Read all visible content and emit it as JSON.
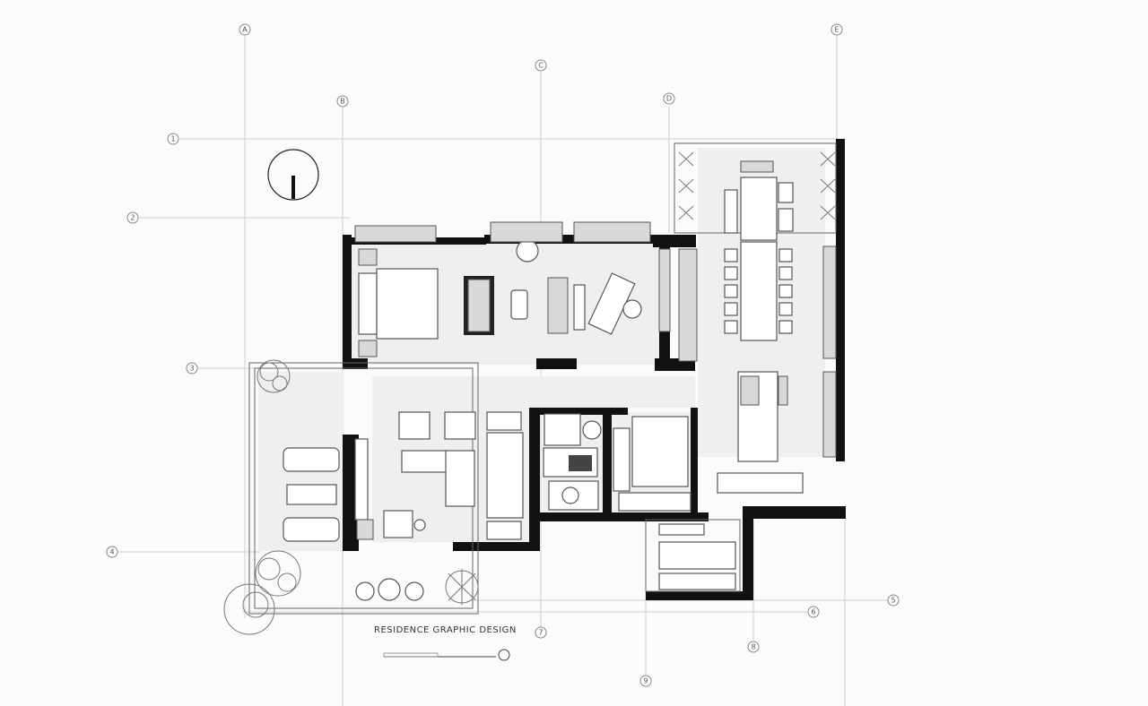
{
  "drawing": {
    "title": "RESIDENCE GRAPHIC DESIGN",
    "grid_labels_top": [
      "A",
      "B",
      "C",
      "D",
      "E"
    ],
    "grid_labels_left": [
      "1",
      "2",
      "3",
      "4"
    ],
    "grid_labels_bottom": [
      "5",
      "6",
      "7",
      "8",
      "9"
    ]
  }
}
